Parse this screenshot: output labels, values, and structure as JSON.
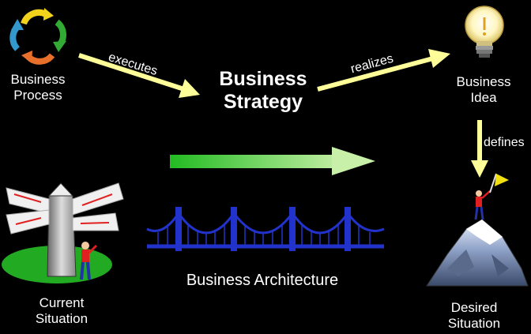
{
  "nodes": {
    "business_process": {
      "line1": "Business",
      "line2": "Process"
    },
    "business_strategy": {
      "line1": "Business",
      "line2": "Strategy"
    },
    "business_idea": {
      "line1": "Business",
      "line2": "Idea"
    },
    "current_situation": {
      "line1": "Current",
      "line2": "Situation"
    },
    "desired_situation": {
      "line1": "Desired",
      "line2": "Situation"
    },
    "business_architecture": {
      "label": "Business Architecture"
    }
  },
  "edges": {
    "executes": "executes",
    "realizes": "realizes",
    "defines": "defines"
  },
  "colors": {
    "arrow_yellow": "#ffff99",
    "bridge_blue": "#2233cc",
    "gradient_start": "#22bb22",
    "gradient_end": "#bbee99",
    "grass_green": "#22aa22",
    "mountain": "#556688"
  },
  "icons": [
    "cycle-icon",
    "lightbulb-icon",
    "signpost-icon",
    "person-icon",
    "mountain-icon",
    "flag-icon",
    "bridge-icon"
  ]
}
